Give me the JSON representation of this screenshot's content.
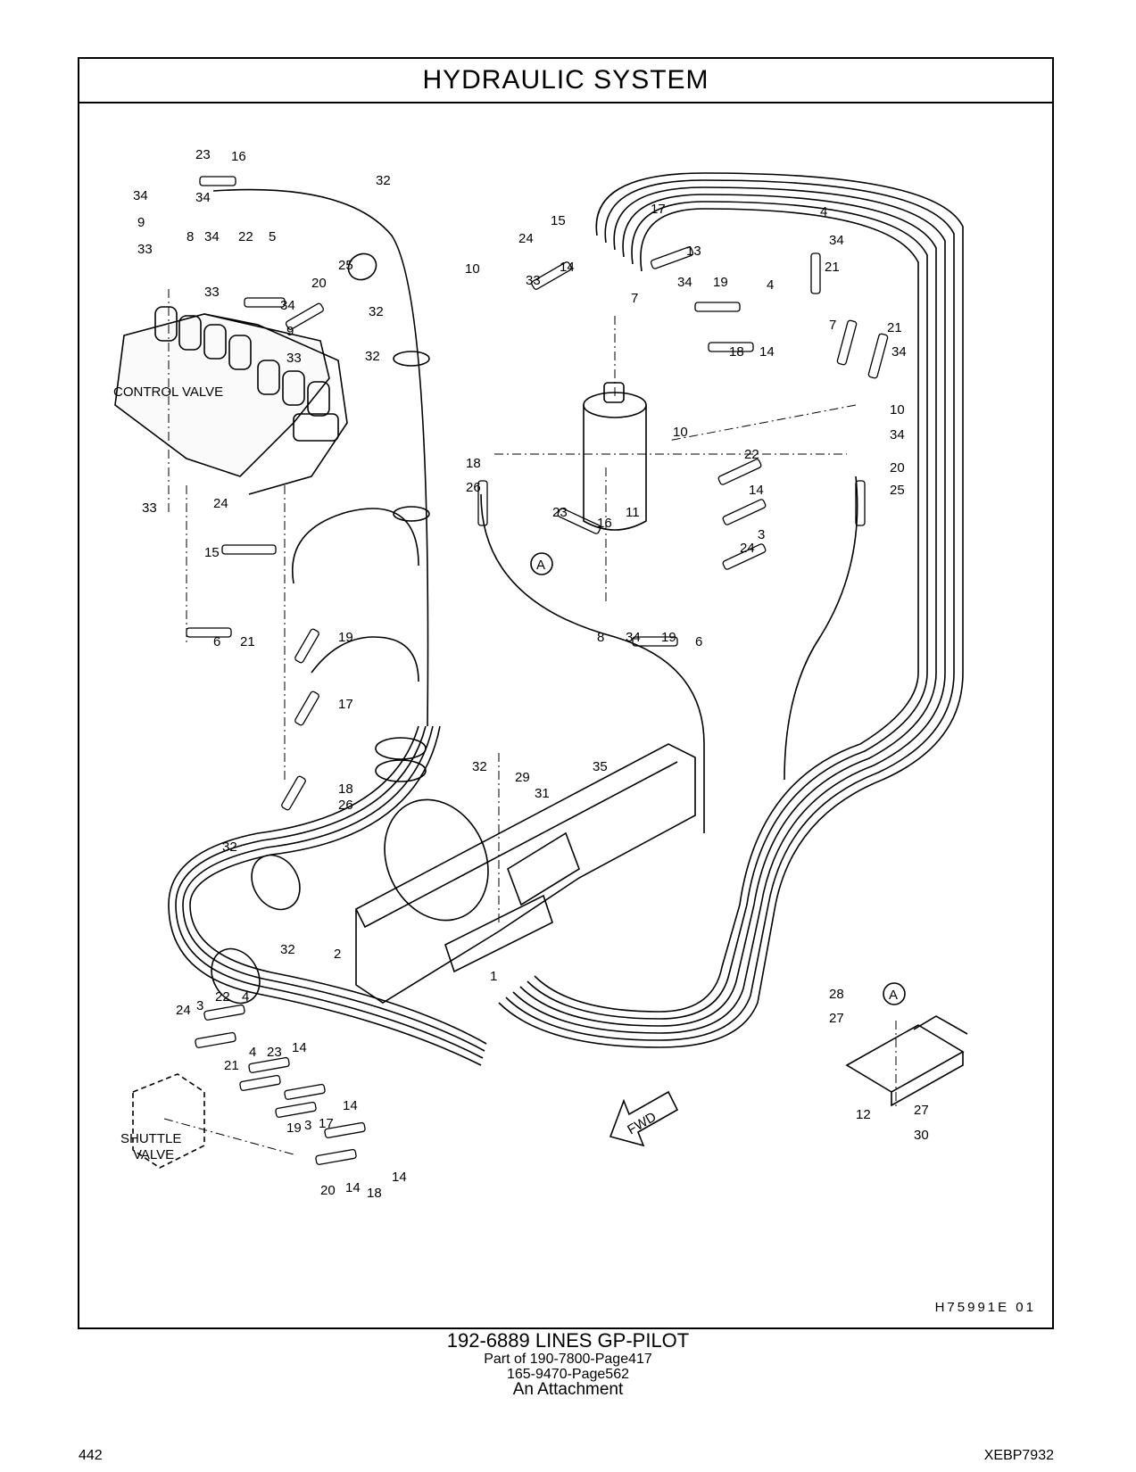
{
  "title": "HYDRAULIC   SYSTEM",
  "drawing_id": "H75991E    01",
  "caption": {
    "part_title": "192-6889   LINES  GP-PILOT",
    "part_of": "Part of 190-7800-Page417",
    "second_ref": "165-9470-Page562",
    "attachment": "An Attachment"
  },
  "page_number": "442",
  "doc_code": "XEBP7932",
  "component_labels": {
    "control_valve": "CONTROL VALVE",
    "shuttle_valve_1": "SHUTTLE",
    "shuttle_valve_2": "VALVE",
    "fwd": "FWD",
    "view_a": "A"
  },
  "callouts": [
    "1",
    "2",
    "3",
    "4",
    "5",
    "6",
    "7",
    "8",
    "9",
    "10",
    "11",
    "12",
    "13",
    "14",
    "15",
    "16",
    "17",
    "18",
    "19",
    "20",
    "21",
    "22",
    "23",
    "24",
    "25",
    "26",
    "27",
    "28",
    "29",
    "30",
    "31",
    "32",
    "33",
    "34",
    "35"
  ]
}
